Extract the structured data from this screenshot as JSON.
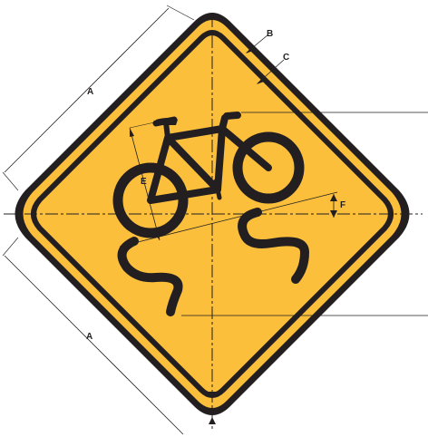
{
  "sign": {
    "type": "diamond",
    "background_color": "#fbbf3c",
    "symbol_color": "#231f20",
    "border_color": "#231f20",
    "symbol": "bicycle-slippery-when-wet"
  },
  "dimension_labels": {
    "a_upper": "A",
    "a_lower": "A",
    "b": "B",
    "c": "C",
    "e": "E",
    "f": "F"
  }
}
